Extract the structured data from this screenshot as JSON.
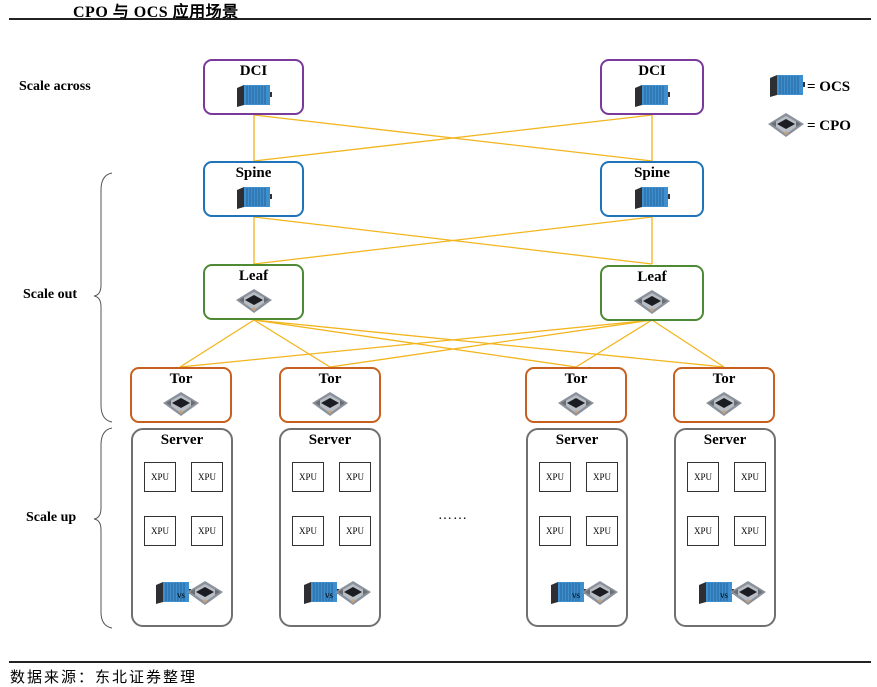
{
  "title": "CPO 与 OCS 应用场景",
  "source": "数据来源：东北证券整理",
  "tiers": {
    "scale_across": "Scale across",
    "scale_out": "Scale out",
    "scale_up": "Scale up"
  },
  "legend": {
    "ocs": "= OCS",
    "cpo": "= CPO",
    "ocs_icon": "ocs-switch-icon",
    "cpo_icon": "cpo-chip-icon"
  },
  "nodes": {
    "dci": [
      {
        "label": "DCI",
        "icon": "ocs"
      },
      {
        "label": "DCI",
        "icon": "ocs"
      }
    ],
    "spine": [
      {
        "label": "Spine",
        "icon": "ocs"
      },
      {
        "label": "Spine",
        "icon": "ocs"
      }
    ],
    "leaf": [
      {
        "label": "Leaf",
        "icon": "cpo"
      },
      {
        "label": "Leaf",
        "icon": "cpo"
      }
    ],
    "tor": [
      {
        "label": "Tor",
        "icon": "cpo"
      },
      {
        "label": "Tor",
        "icon": "cpo"
      },
      {
        "label": "Tor",
        "icon": "cpo"
      },
      {
        "label": "Tor",
        "icon": "cpo"
      }
    ],
    "server": [
      {
        "label": "Server",
        "xpus": [
          "XPU",
          "XPU",
          "XPU",
          "XPU"
        ],
        "vs": "vs"
      },
      {
        "label": "Server",
        "xpus": [
          "XPU",
          "XPU",
          "XPU",
          "XPU"
        ],
        "vs": "vs"
      },
      {
        "label": "Server",
        "xpus": [
          "XPU",
          "XPU",
          "XPU",
          "XPU"
        ],
        "vs": "vs"
      },
      {
        "label": "Server",
        "xpus": [
          "XPU",
          "XPU",
          "XPU",
          "XPU"
        ],
        "vs": "vs"
      }
    ]
  },
  "ellipsis": "……",
  "colors": {
    "link": "#f2b51d",
    "dci_border": "#7a3a9c",
    "spine_border": "#1f73b8",
    "leaf_border": "#4e8a35",
    "tor_border": "#c75f1e",
    "server_border": "#707070"
  }
}
